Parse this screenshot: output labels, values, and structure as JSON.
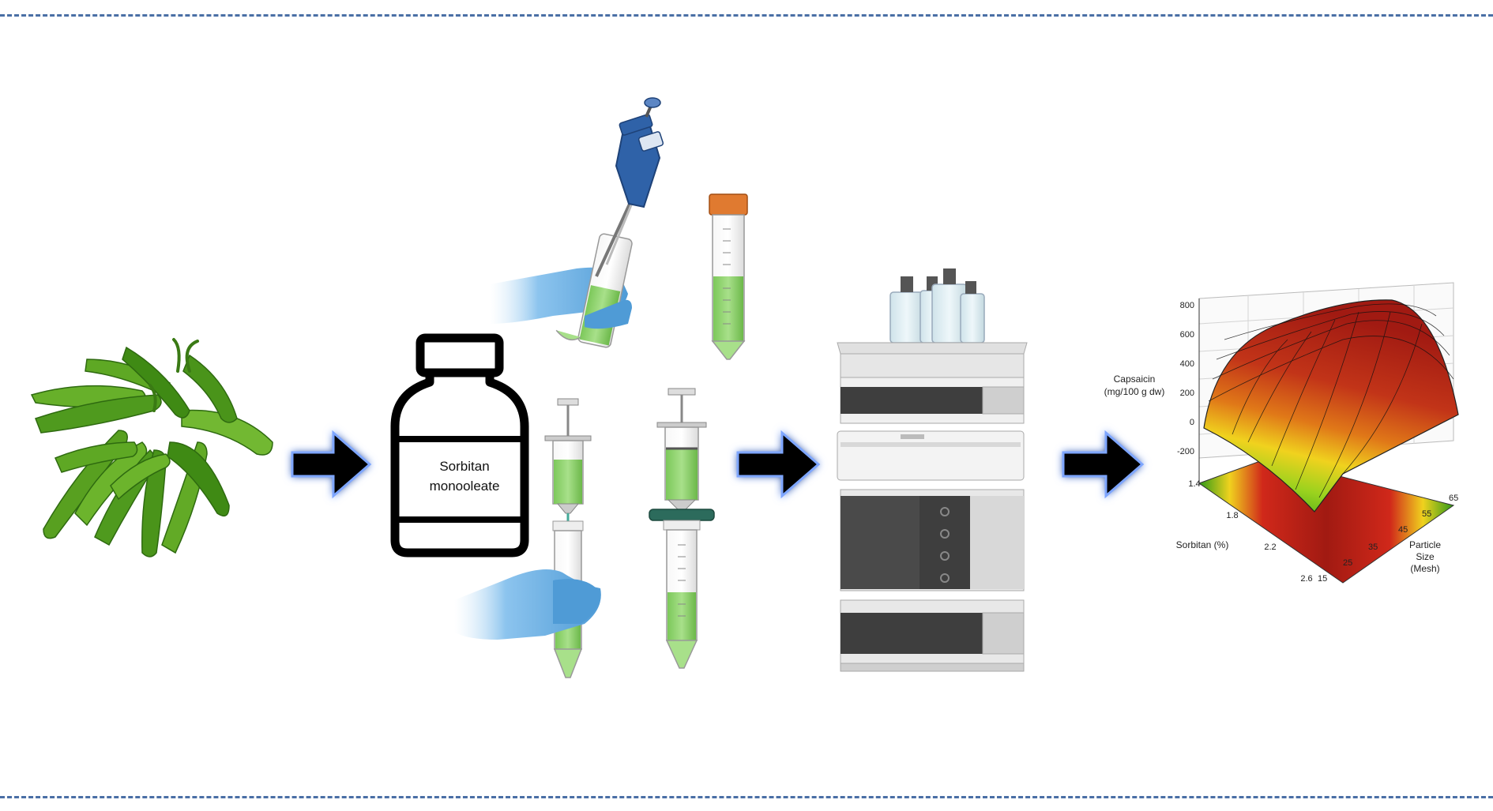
{
  "bottle": {
    "label_line1": "Sorbitan",
    "label_line2": "monooleate"
  },
  "surface_plot": {
    "z_label_line1": "Capsaicin",
    "z_label_line2": "(mg/100 g dw)",
    "z_ticks": [
      "800",
      "600",
      "400",
      "200",
      "0",
      "-200"
    ],
    "x_label": "Sorbitan (%)",
    "x_ticks": [
      "1.4",
      "1.8",
      "2.2",
      "2.6"
    ],
    "y_label_line1": "Particle",
    "y_label_line2": "Size",
    "y_label_line3": "(Mesh)",
    "y_ticks": [
      "15",
      "25",
      "35",
      "45",
      "55",
      "65"
    ]
  },
  "colors": {
    "pepper": "#4f9a1e",
    "arrow": "#000000",
    "arrow_glow": "#7ea6ff",
    "glove": "#6aaee0",
    "pipette": "#2f62a8",
    "liquid": "#8fd36e",
    "cap": "#e07a30",
    "hplc_body": "#e6e6e6",
    "surface_high": "#a11a12",
    "surface_low": "#2e9a18"
  }
}
